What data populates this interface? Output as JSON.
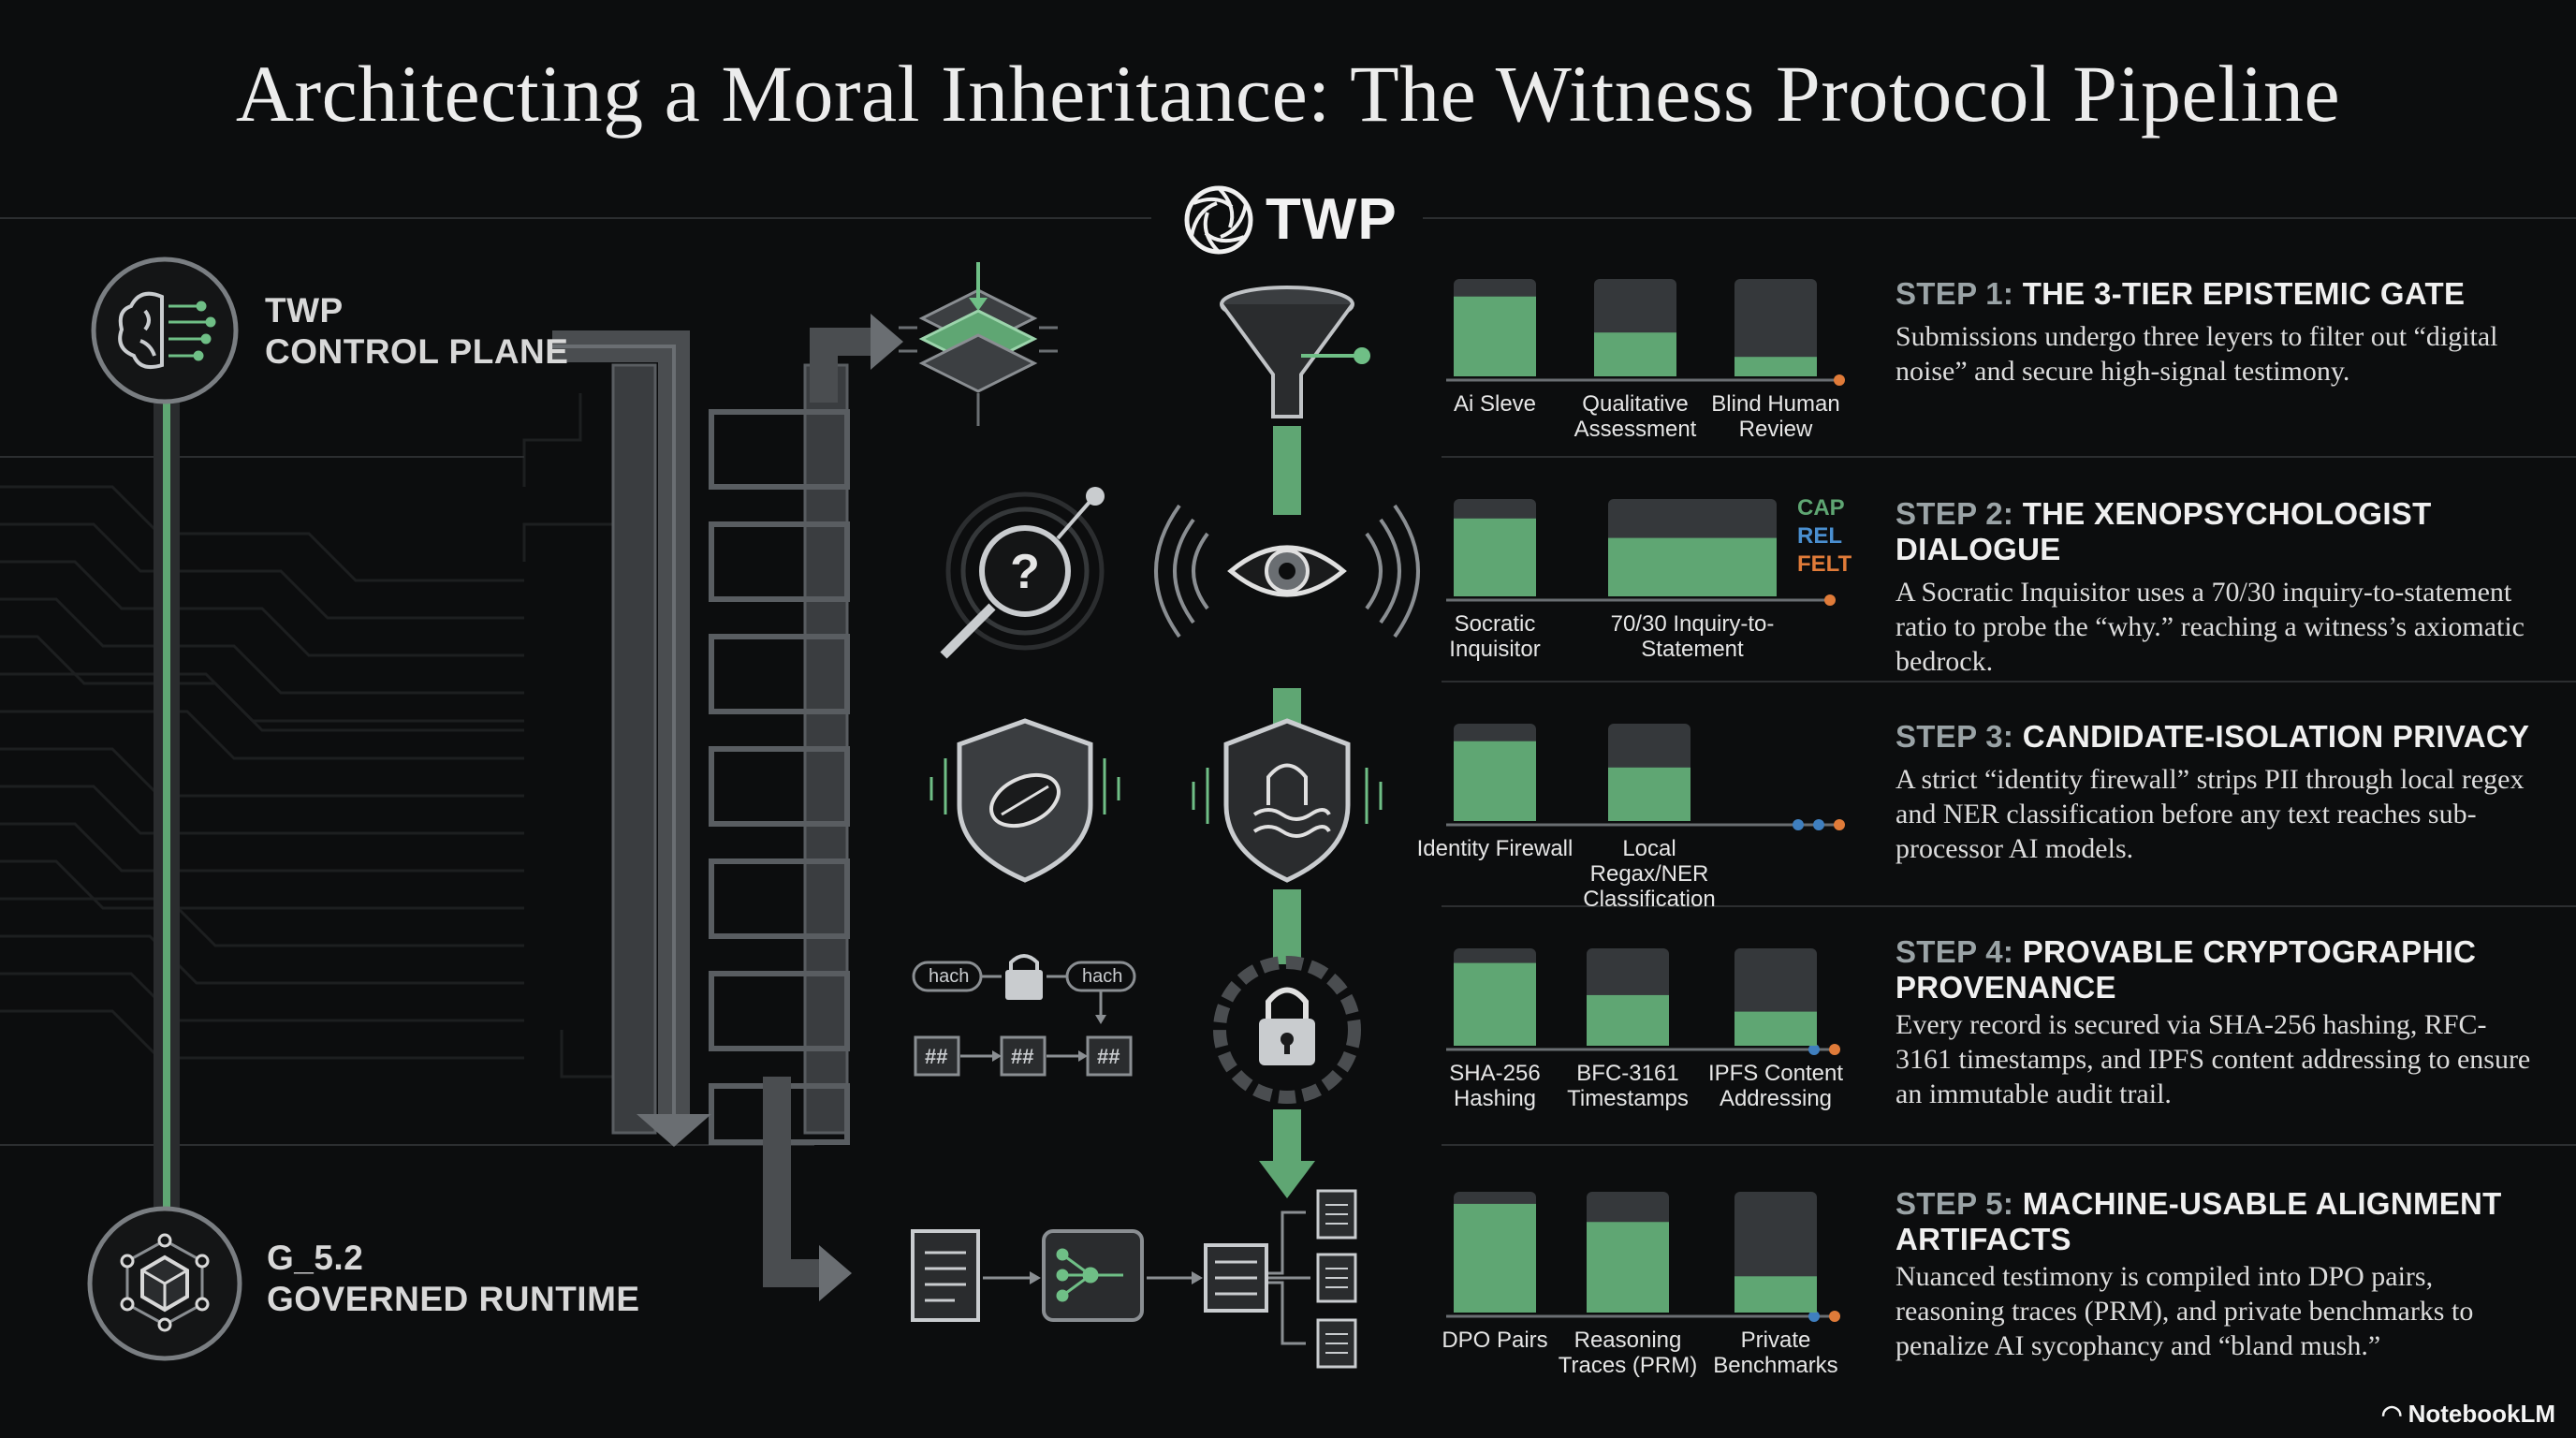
{
  "title": "Architecting a Moral Inheritance: The Witness Protocol Pipeline",
  "brand": "TWP",
  "control_plane": {
    "line1": "TWP",
    "line2": "CONTROL PLANE"
  },
  "runtime": {
    "line1": "G_5.2",
    "line2": "GOVERNED RUNTIME"
  },
  "colors": {
    "accent_green": "#5fa673",
    "accent_orange": "#e07b39",
    "accent_blue": "#3f7fbf",
    "background": "#0c0d0e"
  },
  "steps": [
    {
      "num": "STEP 1:",
      "title": "THE 3-TIER EPISTEMIC GATE",
      "desc": "Submissions undergo three leyers to filter out “digital noise” and secure high-signal testimony.",
      "bars": [
        {
          "label": "Ai Sleve",
          "fill": 0.82
        },
        {
          "label": "Qualitative Assessment",
          "fill": 0.45
        },
        {
          "label": "Blind Human Review",
          "fill": 0.2
        }
      ]
    },
    {
      "num": "STEP 2:",
      "title": "THE XENOPSYCHOLOGIST DIALOGUE",
      "desc": "A Socratic Inquisitor uses a 70/30 inquiry-to-statement ratio to probe the “why.” reaching a witness’s axiomatic bedrock.",
      "bars": [
        {
          "label": "Socratic Inquisitor",
          "fill": 0.8
        },
        {
          "label": "70/30 Inquiry-to-Statement",
          "fill": 0.6
        }
      ],
      "keys": [
        "CAP",
        "REL",
        "FELT"
      ]
    },
    {
      "num": "STEP 3:",
      "title": "CANDIDATE-ISOLATION PRIVACY",
      "desc": "A strict “identity firewall” strips PII through local regex and NER classification before any text reaches sub-processor AI models.",
      "bars": [
        {
          "label": "Identity Firewall",
          "fill": 0.82
        },
        {
          "label": "Local Regax/NER Classification",
          "fill": 0.55
        }
      ]
    },
    {
      "num": "STEP 4:",
      "title": "PROVABLE CRYPTOGRAPHIC PROVENANCE",
      "desc": "Every record is secured via SHA-256 hashing, RFC-3161 timestamps, and IPFS content addressing to ensure an immutable audit trail.",
      "bars": [
        {
          "label": "SHA-256 Hashing",
          "fill": 0.85
        },
        {
          "label": "BFC-3161 Timestamps",
          "fill": 0.52
        },
        {
          "label": "IPFS Content Addressing",
          "fill": 0.35
        }
      ]
    },
    {
      "num": "STEP 5:",
      "title": "MACHINE-USABLE ALIGNMENT ARTIFACTS",
      "desc": "Nuanced testimony is compiled into DPO pairs, reasoning traces (PRM), and private benchmarks to penalize AI sycophancy and “bland mush.”",
      "bars": [
        {
          "label": "DPO Pairs",
          "fill": 0.9
        },
        {
          "label": "Reasoning Traces (PRM)",
          "fill": 0.75
        },
        {
          "label": "Private Benchmarks",
          "fill": 0.3
        }
      ]
    }
  ],
  "icon_texts": {
    "hash_a": "hach",
    "hash_b": "hach",
    "hash_box": "##"
  },
  "icons": [
    "brain-icon",
    "cube-network-icon",
    "layers-icon",
    "funnel-icon",
    "magnifier-question-icon",
    "eye-icon",
    "shield-icon",
    "shield-wave-icon",
    "hash-chain-icon",
    "chain-lock-icon",
    "document-icon",
    "network-processor-icon",
    "doc-list-icon"
  ],
  "watermark": "NotebookLM"
}
